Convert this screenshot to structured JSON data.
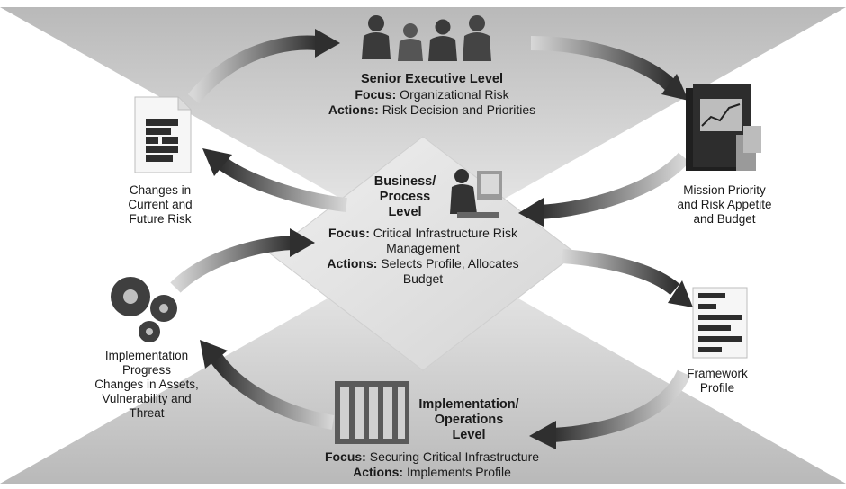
{
  "levels": {
    "senior": {
      "title": "Senior Executive Level",
      "focus_label": "Focus:",
      "focus_value": " Organizational Risk",
      "actions_label": "Actions:",
      "actions_value": " Risk Decision and Priorities"
    },
    "business": {
      "title_lines": [
        "Business/",
        "Process",
        "Level"
      ],
      "focus_label": "Focus:",
      "focus_value_lines": [
        " Critical Infrastructure Risk",
        "Management"
      ],
      "actions_label": "Actions:",
      "actions_value_lines": [
        " Selects Profile, Allocates",
        "Budget"
      ]
    },
    "implementation": {
      "title_lines": [
        "Implementation/",
        "Operations",
        "Level"
      ],
      "focus_label": "Focus:",
      "focus_value": " Securing Critical Infrastructure",
      "actions_label": "Actions:",
      "actions_value": " Implements Profile"
    }
  },
  "side_labels": {
    "changes_risk": [
      "Changes in",
      "Current and",
      "Future Risk"
    ],
    "mission_priority": [
      "Mission Priority",
      "and Risk Appetite",
      "and Budget"
    ],
    "implementation_progress": [
      "Implementation",
      "Progress",
      "Changes in Assets,",
      "Vulnerability and",
      "Threat"
    ],
    "framework_profile": [
      "Framework",
      "Profile"
    ]
  },
  "icons": {
    "executives": "group-of-people-icon",
    "binder": "binder-with-chart-icon",
    "worker": "person-at-computer-icon",
    "document": "document-grid-icon",
    "gears": "gears-icon",
    "profile": "framework-profile-document-icon",
    "servers": "server-rack-icon"
  },
  "colors": {
    "band_dark": "#bdbdbd",
    "band_light": "#e6e6e6",
    "arrow": "#3a3a3a"
  }
}
